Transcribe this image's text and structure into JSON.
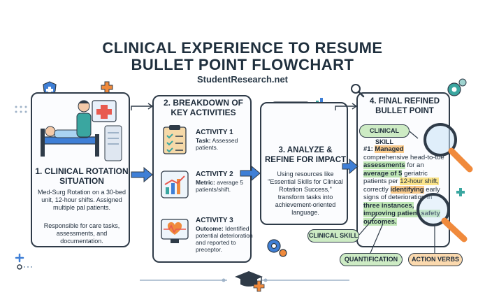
{
  "header": {
    "title_line1": "CLINICAL EXPERIENCE TO RESUME",
    "title_line2": "BULLET POINT FLOWCHART",
    "site": "StudentResearch.net"
  },
  "step1": {
    "title": "1. CLINICAL ROTATION SITUATION",
    "text1": "Med-Surg Rotation on a 30-bed unit, 12-hour shifts. Assigned multiple pal patients.",
    "text2": "Responsible for care tasks, assessments, and documentation."
  },
  "step2": {
    "title": "2. BREAKDOWN OF KEY ACTIVITIES",
    "activities": [
      {
        "title": "ACTIVITY 1",
        "label": "Task:",
        "text": "Assessed patients."
      },
      {
        "title": "ACTIVITY 2",
        "label": "Metric:",
        "text": "average 5 patients/shift."
      },
      {
        "title": "ACTIVITY 3",
        "label": "Outcome:",
        "text": "Identified potential deterioration and reported to preceptor."
      }
    ]
  },
  "step3": {
    "title": "3. ANALYZE & REFINE FOR IMPACT",
    "text": "Using resources like \"Essential Skills for Clinical Rotation Success,\" transform tasks into achievement-oriented language."
  },
  "step4": {
    "title": "4. FINAL REFINED BULLET POINT",
    "bullet_prefix": "#1:",
    "seg_managed": "Managed",
    "seg_comprehensive": "comprehensive head-to-toe",
    "seg_assessments": "assessments",
    "seg_for_an": "for an",
    "seg_average": "average of 5",
    "seg_geriatric": "geriatric patients per",
    "seg_12hour": "12-hour shift,",
    "seg_correctly": "correctly",
    "seg_identifying": "identifying",
    "seg_early": "early signs of deterioration in",
    "seg_three": "three instances,",
    "seg_improving": "improving patient safety outcomes."
  },
  "tags": {
    "clinical_skill_top": "CLINICAL SKILL",
    "clinical_skill_bottom": "CLINICAL SKILL",
    "quantification": "QUANTIFICATION",
    "action_verbs": "ACTION VERBS"
  },
  "colors": {
    "outline": "#2f3b48",
    "arrow_blue": "#3f7fd6",
    "accent_orange": "#f08a3c",
    "accent_green": "#bfe6b5",
    "accent_teal": "#3aa6a0"
  }
}
